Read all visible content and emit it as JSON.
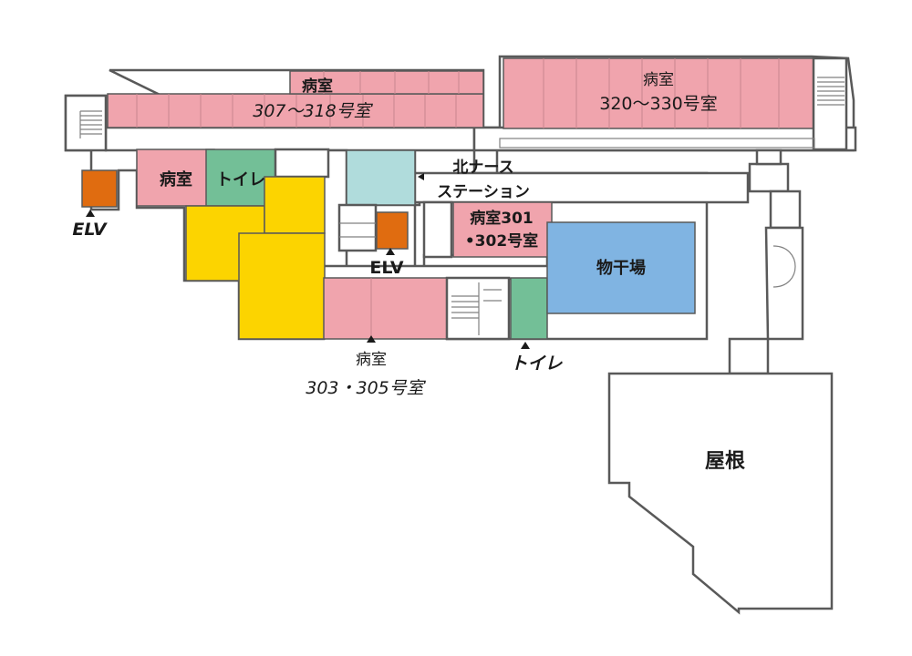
{
  "colors": {
    "ward": "#f0a4ad",
    "toilet": "#73bf97",
    "elevator": "#e06c10",
    "yellow": "#fcd400",
    "station": "#b0dcdc",
    "drying": "#80b4e2",
    "wall": "#595959"
  },
  "labels": {
    "ward_307_318_title": "病室",
    "ward_307_318_rooms": "307〜318号室",
    "ward_320_330_title": "病室",
    "ward_320_330_rooms": "320〜330号室",
    "ward_west_title": "病室",
    "toilet_west": "トイレ",
    "elv_west": "ELV",
    "nurse_station_line1": "北ナース",
    "nurse_station_line2": "ステーション",
    "ward_301_302_line1": "病室301",
    "ward_301_302_line2": "•302号室",
    "elv_center": "ELV",
    "drying_area": "物干場",
    "ward_303_305_title": "病室",
    "ward_303_305_rooms": "303・305号室",
    "toilet_south": "トイレ",
    "roof": "屋根"
  }
}
